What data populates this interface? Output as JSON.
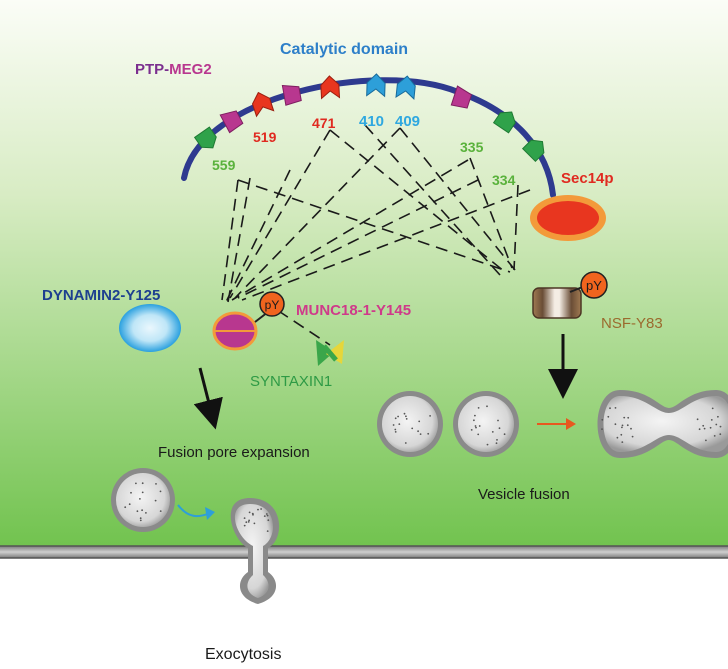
{
  "title": {
    "protein": "PTP-MEG2",
    "protein_prefix": "PTP-",
    "protein_suffix": "MEG2",
    "domain": "Catalytic domain"
  },
  "residues": {
    "r519": "519",
    "r471": "471",
    "r410": "410",
    "r409": "409",
    "r559": "559",
    "r335": "335",
    "r334": "334"
  },
  "substrates": {
    "sec14p": "Sec14p",
    "dynamin": "DYNAMIN2-Y125",
    "munc18": "MUNC18-1-Y145",
    "syntaxin": "SYNTAXIN1",
    "nsf": "NSF-Y83",
    "py_munc": "pY",
    "py_nsf": "pY"
  },
  "processes": {
    "fusion_pore": "Fusion pore expansion",
    "vesicle_fusion": "Vesicle fusion",
    "exocytosis": "Exocytosis"
  },
  "colors": {
    "backbone": "#2e3a8f",
    "green_marker": "#2fa24a",
    "magenta_marker": "#b8378f",
    "red_marker": "#e8361f",
    "blue_marker": "#2d9fd9",
    "label_green": "#5ab23c",
    "label_red": "#e02a20",
    "label_blue": "#2fa8e0",
    "label_dynamin": "#1d3f8f",
    "label_munc": "#cf3a8a",
    "label_syntaxin": "#2e9a45",
    "label_nsf": "#9b6a2e",
    "bg_top": "#f7fbf2",
    "bg_bottom": "#6fc24c"
  }
}
